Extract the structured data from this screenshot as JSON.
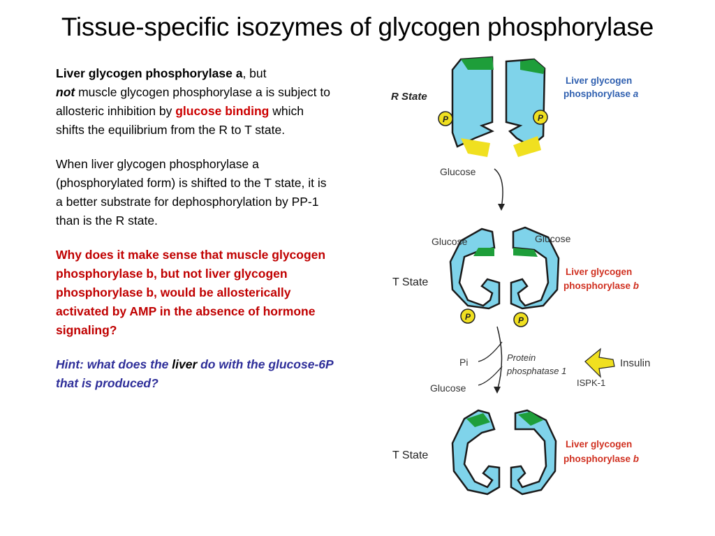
{
  "title": "Tissue-specific isozymes of glycogen phosphorylase",
  "para1": {
    "b1": "Liver glycogen phosphorylase a",
    "t1": ", but",
    "b2": "not",
    "t2": " muscle glycogen phosphorylase a is subject to allosteric inhibition by ",
    "red": "glucose binding",
    "t3": " which shifts the equilibrium from the R to T state."
  },
  "para2": "When liver glycogen phosphorylase a (phosphorylated form) is shifted to the T state, it is a better substrate for dephosphorylation by PP-1 than is the R state.",
  "question": "Why does it make sense that muscle glycogen phosphorylase b, but not liver glycogen phosphorylase b, would be allosterically activated by AMP in the absence of hormone signaling?",
  "hint": {
    "pre": "Hint: what does the ",
    "liver": "liver",
    "post": " do with the glucose-6P that is produced?"
  },
  "diagram": {
    "r_state": "R State",
    "t_state_1": "T State",
    "t_state_2": "T State",
    "glucose_arrow": "Glucose",
    "glucose_left": "Glucose",
    "glucose_right": "Glucose",
    "enzyme_a_line1": "Liver glycogen",
    "enzyme_a_line2": "phosphorylase",
    "enzyme_a_letter": "a",
    "enzyme_b1_line1": "Liver glycogen",
    "enzyme_b1_line2": "phosphorylase",
    "enzyme_b1_letter": "b",
    "enzyme_b2_line1": "Liver glycogen",
    "enzyme_b2_line2": "phosphorylase",
    "enzyme_b2_letter": "b",
    "p_label": "P",
    "pi": "Pi",
    "glucose_release": "Glucose",
    "protein_phosphatase_1": "Protein",
    "protein_phosphatase_2": "phosphatase 1",
    "insulin": "Insulin",
    "ispk": "ISPK-1",
    "colors": {
      "outline": "#1a1a1a",
      "fill": "#7fd3ea",
      "green": "#1e9e3a",
      "yellow": "#f0e020",
      "enzyme_a": "#3060b0",
      "enzyme_b": "#d03020"
    }
  }
}
